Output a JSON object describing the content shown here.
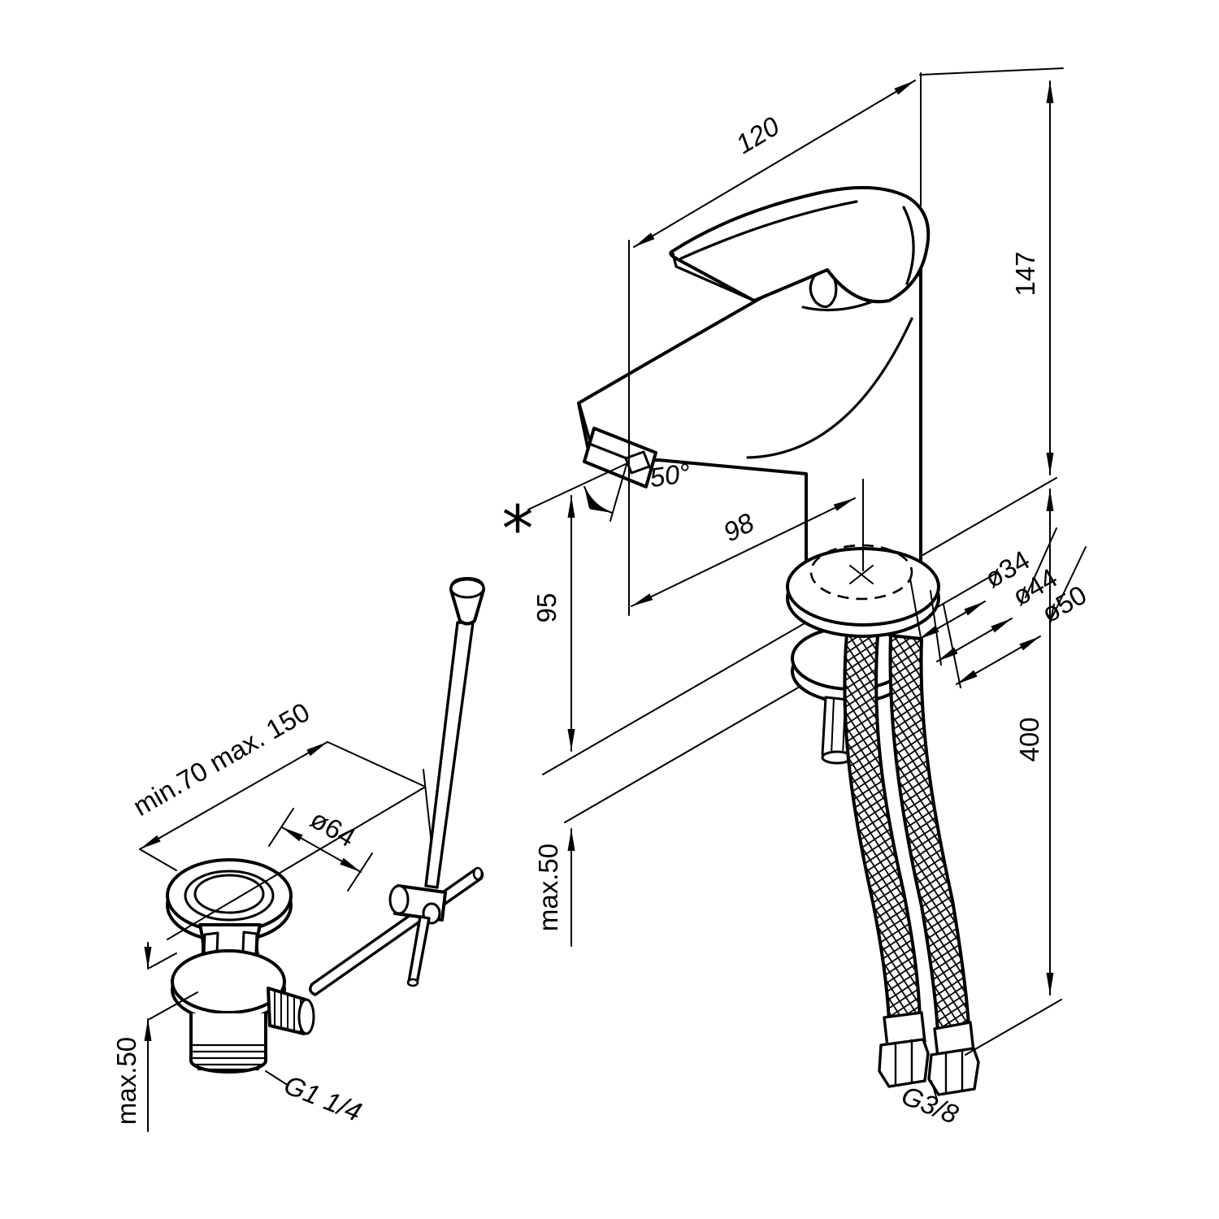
{
  "drawing": {
    "footnote_marker": "*",
    "labels": {
      "spout_reach": "120",
      "total_height": "147",
      "spout_angle": "50°",
      "center_to_outlet": "98",
      "outlet_height": "95",
      "hole_diameter": "ø34",
      "base_diameter": "ø44",
      "washer_diameter": "ø50",
      "hose_length": "400",
      "deck_max_right": "max.50",
      "hose_thread": "G3/8",
      "rod_offset": "min.70 max. 150",
      "drain_flange_diameter": "ø64",
      "deck_max_left": "max.50",
      "drain_thread": "G1 1/4"
    }
  }
}
